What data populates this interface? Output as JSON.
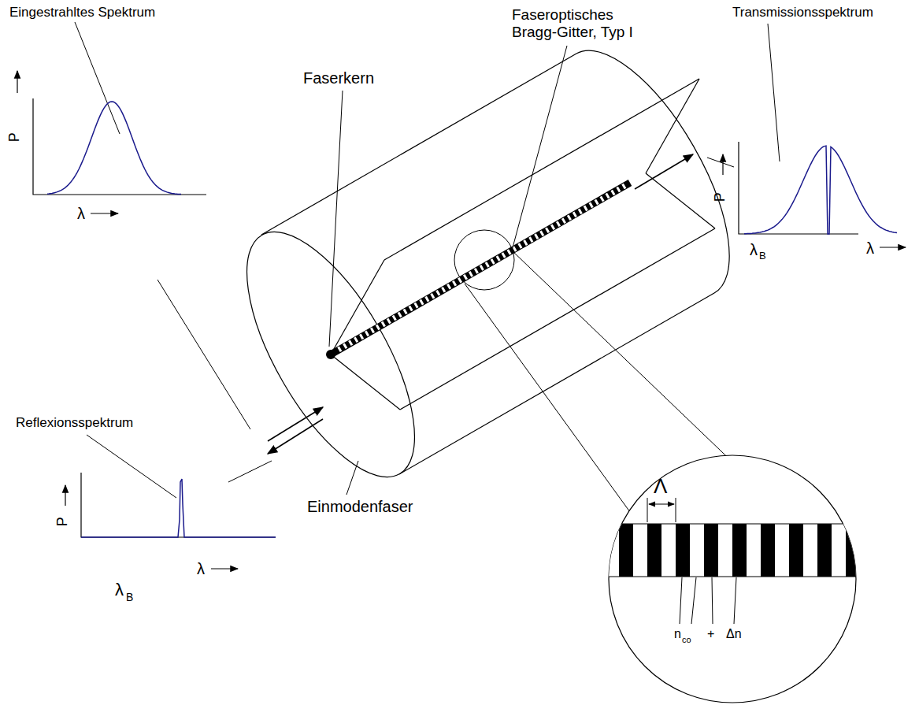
{
  "diagram": {
    "labels": [
      "Eingestrahltes Spektrum",
      "Faseroptisches Bragg-Gitter, Typ I",
      "Transmissionsspektrum",
      "Faserkern",
      "P",
      "λ",
      "P",
      "λ",
      "B",
      "λ",
      "Reflexionsspektrum",
      "Einmodenfaser",
      "P",
      "λ",
      "B",
      "λ",
      "Λ",
      "n",
      "co",
      "+",
      "Δn"
    ]
  }
}
